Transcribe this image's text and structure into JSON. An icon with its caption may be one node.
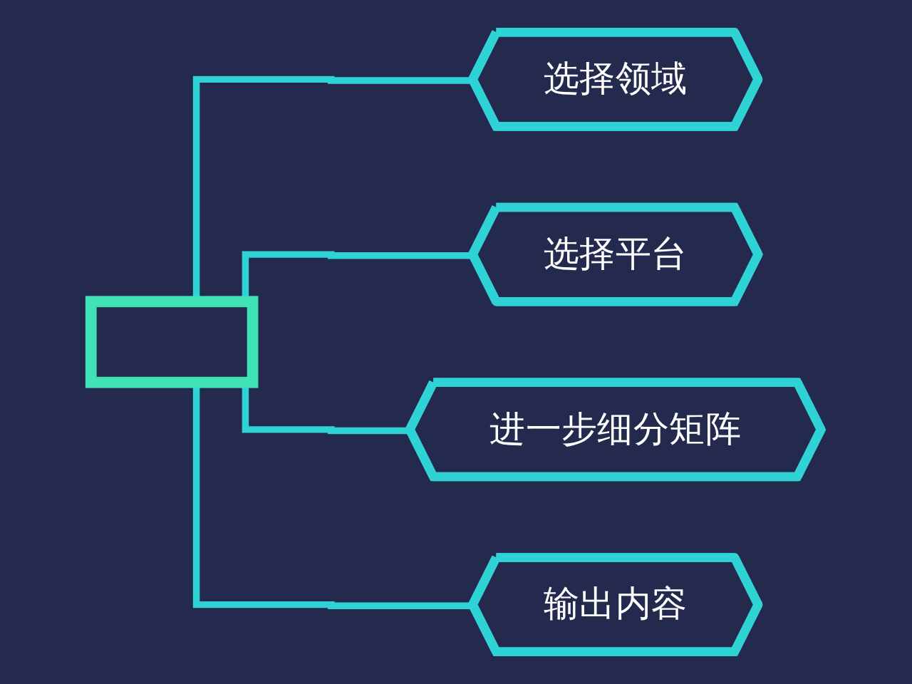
{
  "diagram": {
    "nodes": [
      {
        "text": [],
        "shape": "box"
      },
      {
        "text": [
          "选择领域"
        ]
      },
      {
        "text": [
          "选择平台"
        ]
      },
      {
        "text": [
          "进一步细分矩阵"
        ]
      },
      {
        "text": [
          "输出内容"
        ]
      }
    ],
    "edges": [
      {
        "from": 0,
        "to": 1,
        "arrow": "none"
      },
      {
        "from": 0,
        "to": 2,
        "arrow": "none"
      },
      {
        "from": 0,
        "to": 3,
        "arrow": "none"
      },
      {
        "from": 0,
        "to": 4,
        "arrow": "none"
      }
    ]
  }
}
